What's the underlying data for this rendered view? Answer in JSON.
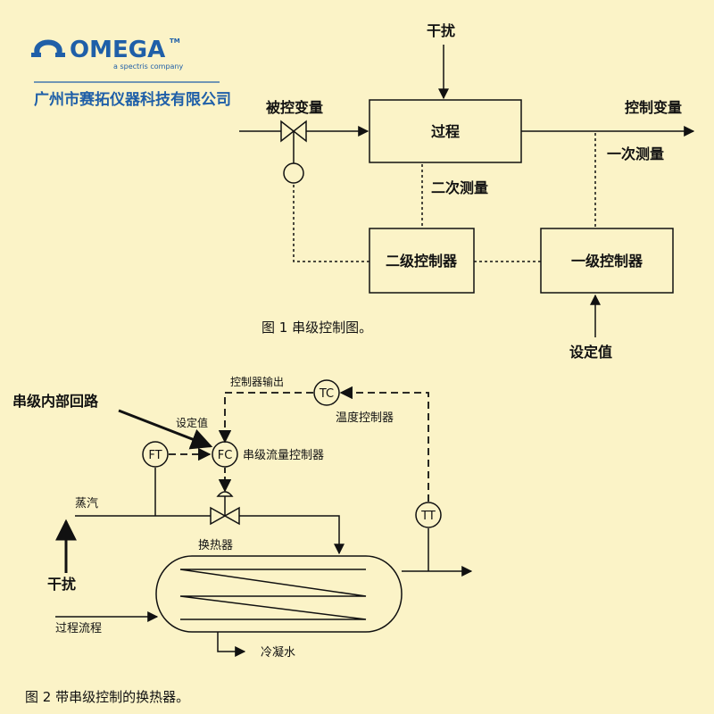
{
  "brand": {
    "logo_text": "OMEGA",
    "trademark": "TM",
    "tagline": "a spectris company",
    "company_name": "广州市赛拓仪器科技有限公司",
    "color": "#1f5fa8"
  },
  "figure1": {
    "disturbance": "干扰",
    "controlled_var": "被控变量",
    "process": "过程",
    "manipulated_var": "控制变量",
    "primary_measure": "一次测量",
    "secondary_measure": "二次测量",
    "secondary_controller": "二级控制器",
    "primary_controller": "一级控制器",
    "setpoint": "设定值",
    "caption": "图 1 串级控制图。"
  },
  "figure2": {
    "controller_output": "控制器输出",
    "tc": "TC",
    "temp_controller": "温度控制器",
    "inner_loop": "串级内部回路",
    "setpoint": "设定值",
    "ft": "FT",
    "fc": "FC",
    "cascade_flow_controller": "串级流量控制器",
    "steam": "蒸汽",
    "tt": "TT",
    "heat_exchanger": "换热器",
    "disturbance": "干扰",
    "process_flow": "过程流程",
    "condensate": "冷凝水",
    "caption": "图 2 带串级控制的换热器。"
  },
  "colors": {
    "background": "#fbf3c7",
    "brand_blue": "#1f5fa8",
    "line": "#111111"
  }
}
